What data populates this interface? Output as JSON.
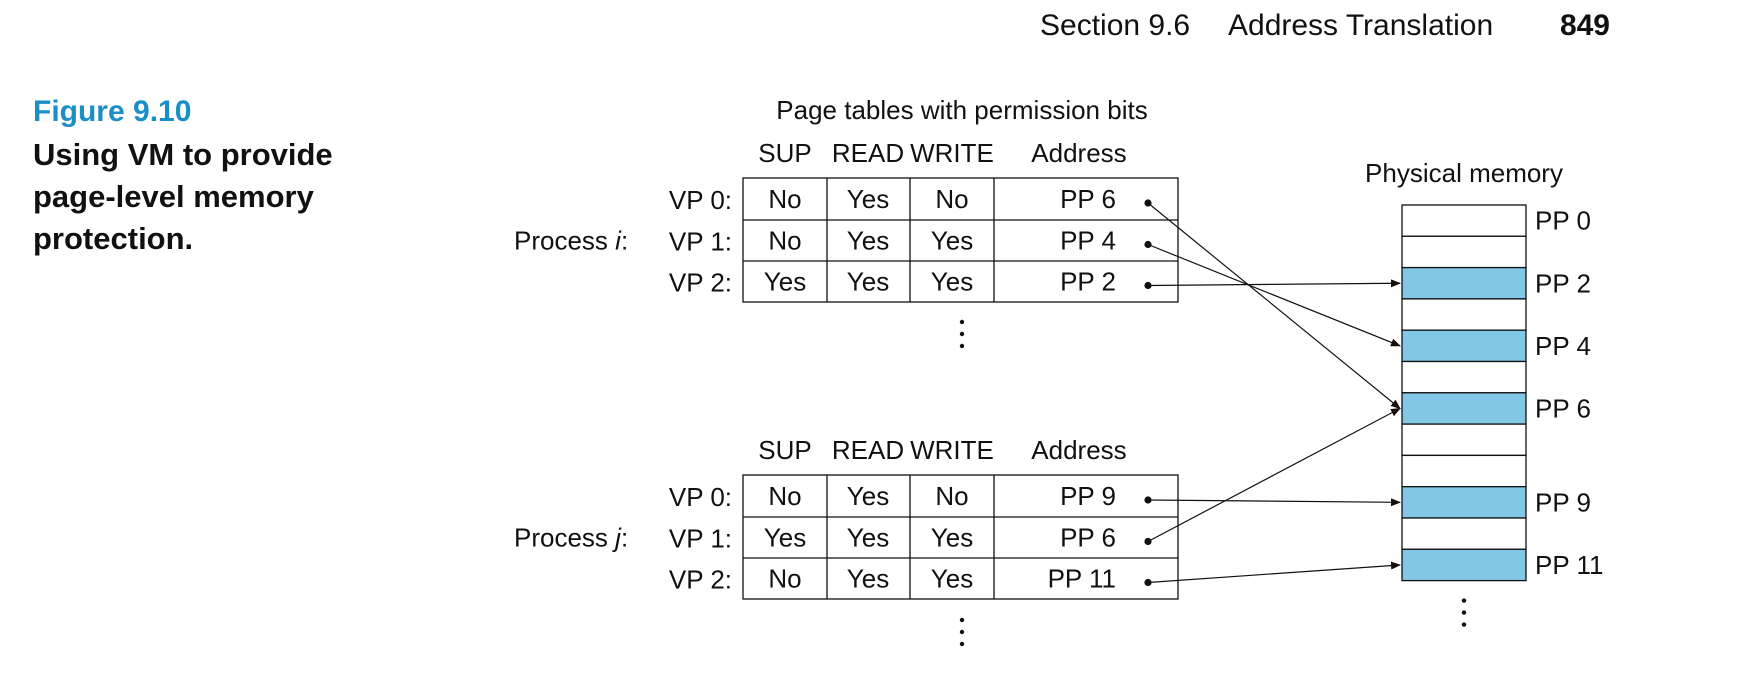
{
  "header": {
    "section": "Section 9.6",
    "title": "Address Translation",
    "page_number": "849"
  },
  "figure": {
    "number": "Figure 9.10",
    "caption": "Using VM to provide page-level memory protection."
  },
  "diagram": {
    "title": "Page tables with permission bits",
    "columns": [
      "SUP",
      "READ",
      "WRITE",
      "Address"
    ],
    "processes": [
      {
        "label_prefix": "Process ",
        "label_var": "i",
        "label_suffix": ":",
        "rows": [
          {
            "vp": "VP 0:",
            "sup": "No",
            "read": "Yes",
            "write": "No",
            "address": "PP 6"
          },
          {
            "vp": "VP 1:",
            "sup": "No",
            "read": "Yes",
            "write": "Yes",
            "address": "PP 4"
          },
          {
            "vp": "VP 2:",
            "sup": "Yes",
            "read": "Yes",
            "write": "Yes",
            "address": "PP 2"
          }
        ]
      },
      {
        "label_prefix": "Process ",
        "label_var": "j",
        "label_suffix": ":",
        "rows": [
          {
            "vp": "VP 0:",
            "sup": "No",
            "read": "Yes",
            "write": "No",
            "address": "PP 9"
          },
          {
            "vp": "VP 1:",
            "sup": "Yes",
            "read": "Yes",
            "write": "Yes",
            "address": "PP 6"
          },
          {
            "vp": "VP 2:",
            "sup": "No",
            "read": "Yes",
            "write": "Yes",
            "address": "PP 11"
          }
        ]
      }
    ],
    "ellipsis": "⋮",
    "memory": {
      "title": "Physical memory",
      "highlight_color": "#82c8e6",
      "slots": [
        {
          "label": "PP 0",
          "filled": false
        },
        {
          "label": "",
          "filled": false
        },
        {
          "label": "PP 2",
          "filled": true
        },
        {
          "label": "",
          "filled": false
        },
        {
          "label": "PP 4",
          "filled": true
        },
        {
          "label": "",
          "filled": false
        },
        {
          "label": "PP 6",
          "filled": true
        },
        {
          "label": "",
          "filled": false
        },
        {
          "label": "",
          "filled": false
        },
        {
          "label": "PP 9",
          "filled": true
        },
        {
          "label": "",
          "filled": false
        },
        {
          "label": "PP 11",
          "filled": true
        }
      ]
    }
  }
}
